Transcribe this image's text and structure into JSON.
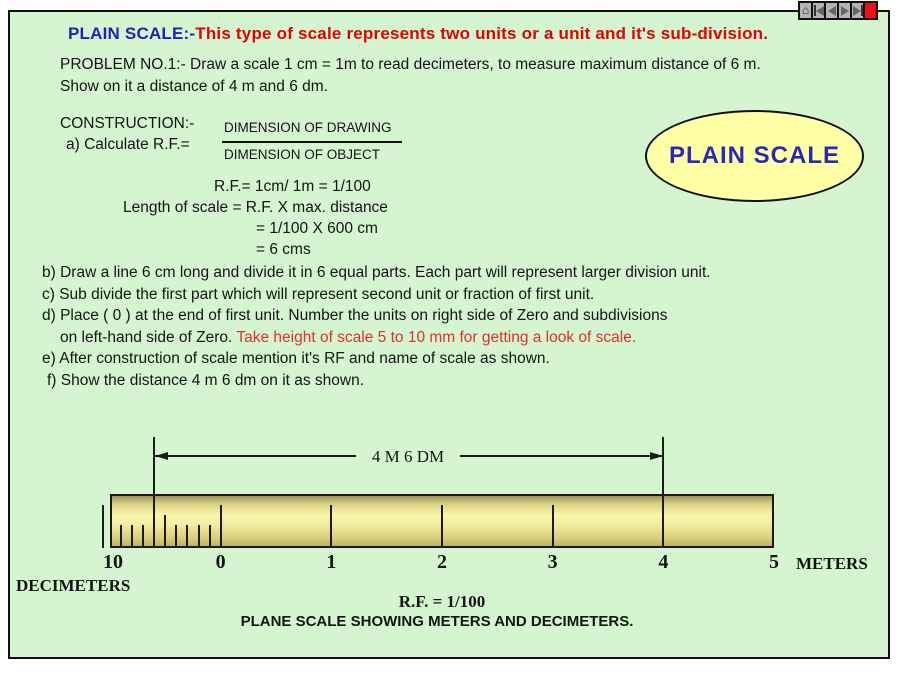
{
  "colors": {
    "background_green": "#d4f5d0",
    "title_blue": "#1f1fbf",
    "title_red": "#e60000",
    "note_red": "#e03030",
    "oval_fill": "#ffffa6",
    "oval_text_blue": "#2a2ab8",
    "ruler_light": "#f7f4ab",
    "ruler_dark": "#9e9557",
    "nav_stop_red": "#ee1111"
  },
  "nav": {
    "icons": [
      "home-icon",
      "first-slide-icon",
      "previous-slide-icon",
      "next-slide-icon",
      "last-slide-icon",
      "end-show-icon"
    ]
  },
  "header": {
    "title_blue": "PLAIN SCALE:-",
    "title_red": "This type of scale represents two units or a unit and it's sub-division."
  },
  "problem": {
    "line1": "PROBLEM NO.1:- Draw a scale 1 cm = 1m to read decimeters, to measure maximum distance of 6 m.",
    "line2": "Show on it a distance of 4 m and 6 dm."
  },
  "construction": {
    "heading": "CONSTRUCTION:-",
    "step_a": "a) Calculate R.F.=",
    "fraction_numerator": "DIMENSION OF DRAWING",
    "fraction_denominator": "DIMENSION OF OBJECT",
    "rf_line": "R.F.= 1cm/ 1m = 1/100",
    "length_line1": "Length of scale = R.F. X max. distance",
    "length_line2": "= 1/100 X 600 cm",
    "length_line3": "= 6 cms",
    "step_b": "b) Draw a line 6 cm long and divide it in 6 equal parts. Each part will represent larger division unit.",
    "step_c": "c) Sub divide the first part which will represent second unit or fraction of first unit.",
    "step_d1": "d) Place ( 0 ) at the end of first unit. Number the units on right side of Zero and subdivisions",
    "step_d2_black": "on left-hand side of Zero. ",
    "step_d2_red": "Take height of scale 5 to 10 mm for getting a look of scale.",
    "step_e": "e) After construction of scale mention it's RF and name of scale as shown.",
    "step_f": "f) Show the distance 4 m 6 dm on it as shown."
  },
  "badge": {
    "label": "PLAIN SCALE"
  },
  "figure": {
    "dimension_label": "4 M 6 DM",
    "meter_labels": [
      "10",
      "0",
      "1",
      "2",
      "3",
      "4",
      "5"
    ],
    "meters_unit": "METERS",
    "decimeters_unit": "DECIMETERS",
    "rf_text": "R.F. = 1/100",
    "caption": "PLANE SCALE SHOWING METERS AND DECIMETERS.",
    "meter_divisions": 6,
    "subdivisions": 10
  }
}
